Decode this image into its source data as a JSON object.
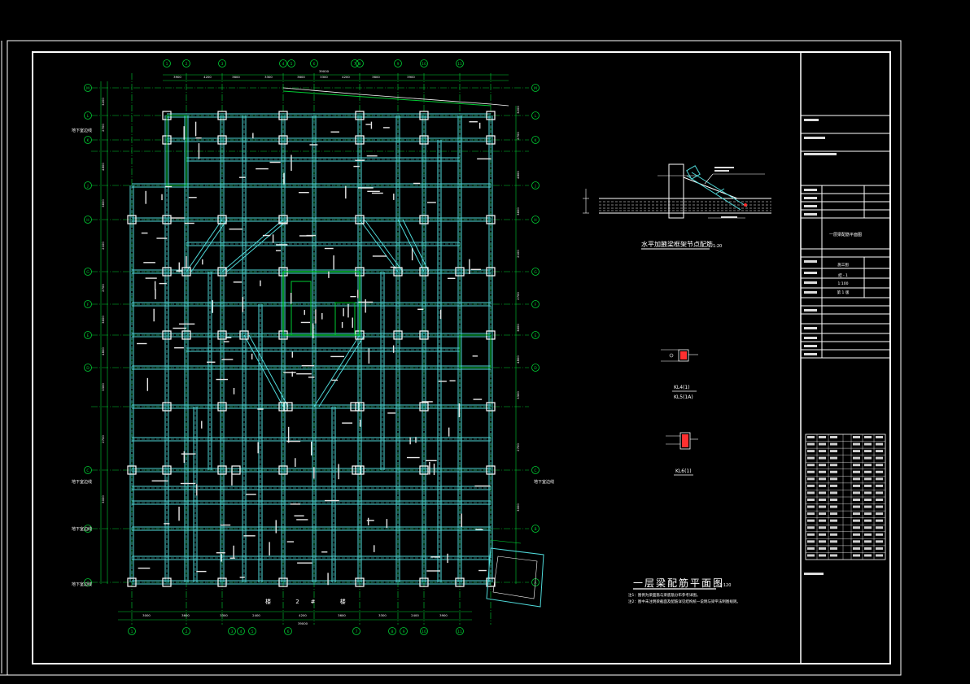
{
  "drawing": {
    "main_title": "一层梁配筋平面图",
    "main_scale": "1:120",
    "notes": [
      "注1：图例为梁面筋与梁底筋分布参考详图。",
      "注2：图中未注明梁截面及配筋详见结构统一说明与梁平法制图规则。"
    ],
    "detail_title": "水平加腋梁框架节点配筋",
    "detail_scale": "1:20",
    "section_1_labels": [
      "KL4(1)",
      "KL5(1A)"
    ],
    "section_2_label": "KL6(1)",
    "stair_label": "楼 2# 楼",
    "basement_boundary_label": "地下室边线",
    "total_dimension": "39000"
  },
  "title_block": {
    "sheet_title": "一层梁配筋平面图",
    "stage": "施工图",
    "sheet_no": "结 - 1",
    "scale": "1:100",
    "phase": "第 1 版"
  },
  "grid": {
    "top_axes": [
      "1",
      "2",
      "3",
      "4",
      "5",
      "6",
      "7",
      "8",
      "9",
      "10",
      "11",
      "12"
    ],
    "bottom_axes": [
      "1",
      "2",
      "3",
      "4",
      "5",
      "6",
      "7",
      "8",
      "9",
      "10",
      "11",
      "12"
    ],
    "left_axes": [
      "M",
      "L",
      "K",
      "J",
      "H",
      "G",
      "F",
      "E",
      "D",
      "C",
      "B",
      "A"
    ],
    "top_dimensions": [
      "3900",
      "4200",
      "3600",
      "3300",
      "3600",
      "3300",
      "4200",
      "3600",
      "3900"
    ],
    "bottom_dimensions": [
      "3000",
      "3600",
      "3300",
      "2400",
      "4200",
      "3600",
      "3300",
      "2400",
      "3900"
    ],
    "left_dimensions": [
      "3200",
      "2700",
      "4800",
      "3600",
      "2100",
      "2700",
      "3600",
      "4800",
      "3300",
      "2700",
      "3000"
    ]
  },
  "colors": {
    "background": "#000000",
    "frame": "#ffffff",
    "grid_line": "#00cc33",
    "beam": "#4fd8d8",
    "column": "#ffffff",
    "accent_red": "#ff3030"
  }
}
